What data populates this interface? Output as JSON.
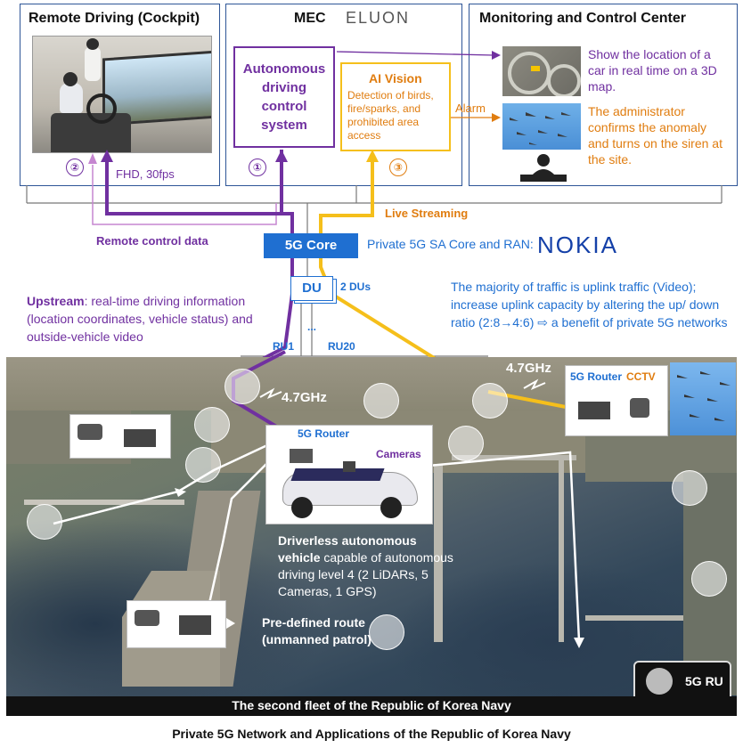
{
  "boxes": {
    "cockpit_title": "Remote Driving (Cockpit)",
    "mec_title": "MEC",
    "mec_brand": "ELUON",
    "monitor_title": "Monitoring and Control Center"
  },
  "mec": {
    "autonomous_label": "Autonomous driving control system",
    "ai_title": "AI Vision",
    "ai_desc": "Detection of birds, fire/sparks, and prohibited area access"
  },
  "monitor": {
    "text1": "Show the location of a car in real time on a 3D map.",
    "text2": "The administrator confirms the anomaly and turns on the siren at the site."
  },
  "labels": {
    "num1": "①",
    "num2": "②",
    "num3": "③",
    "fhd": "FHD, 30fps",
    "alarm": "Alarm",
    "live_streaming": "Live Streaming",
    "remote_control": "Remote control data",
    "core": "5G Core",
    "private_core": "Private 5G SA Core and RAN:",
    "nokia": "NOKIA",
    "du": "DU",
    "two_dus": "2 DUs",
    "ru1": "RU1",
    "ru20": "RU20",
    "dots": "...",
    "upstream_bold": "Upstream",
    "upstream_rest": ": real-time driving information (location coordinates, vehicle status) and outside-vehicle video",
    "uplink_note": "The majority of traffic is uplink traffic (Video); increase uplink capacity by altering the up/ down ratio (2:8→4:6) ⇨ a benefit of private 5G networks",
    "freq_left": "4.7GHz",
    "freq_right": "4.7GHz",
    "router_vehicle": "5G Router",
    "cameras": "Cameras",
    "router_cctv": "5G Router",
    "cctv": "CCTV",
    "vehicle_bold": "Driverless autonomous vehicle",
    "vehicle_rest": " capable of autonomous driving level 4 (2 LiDARs, 5 Cameras, 1 GPS)",
    "route": "Pre-defined route (unmanned patrol)",
    "legend": "5G RU",
    "footer_dark": "The second fleet of the Republic of Korea Navy",
    "caption": "Private 5G Network and Applications of the Republic of Korea Navy"
  },
  "colors": {
    "purple": "#7030a0",
    "orange": "#e07d10",
    "yellow_line": "#f5bf1b",
    "blue_core": "#1f6fd1",
    "box_border": "#2e5597"
  }
}
